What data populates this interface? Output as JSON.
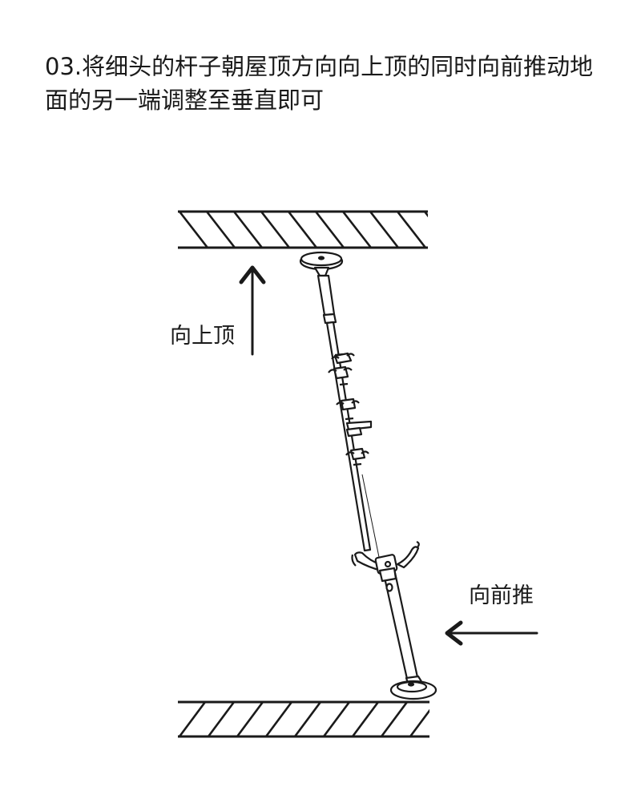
{
  "instruction": {
    "line1": "03.将细头的杆子朝屋顶方向向上顶的同时向前推动地",
    "line2": "面的另一端调整至垂直即可"
  },
  "labels": {
    "push_up": "向上顶",
    "push_forward": "向前推"
  },
  "icons": {
    "up_arrow": "arrow-up-icon",
    "left_arrow": "arrow-left-icon"
  },
  "colors": {
    "ink": "#1a1a1a"
  }
}
